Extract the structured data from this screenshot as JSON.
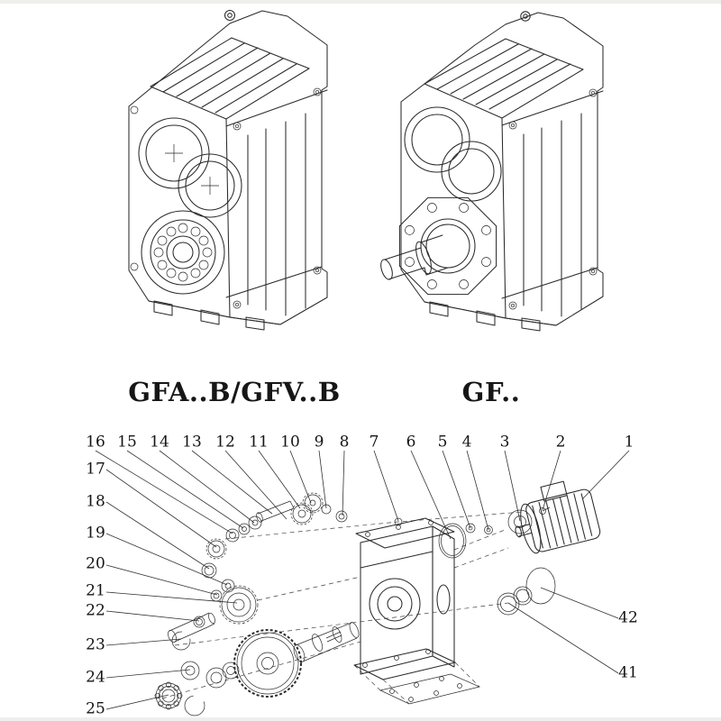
{
  "models": {
    "left_label": "GFA..B/GFV..B",
    "right_label": "GF.."
  },
  "callouts": {
    "top": [
      "16",
      "15",
      "14",
      "13",
      "12",
      "11",
      "10",
      "9",
      "8",
      "7",
      "6",
      "5",
      "4",
      "3",
      "2",
      "1"
    ],
    "left": [
      "17",
      "18",
      "19",
      "20",
      "21",
      "22",
      "23",
      "24",
      "25"
    ],
    "right": [
      "42",
      "41"
    ]
  }
}
